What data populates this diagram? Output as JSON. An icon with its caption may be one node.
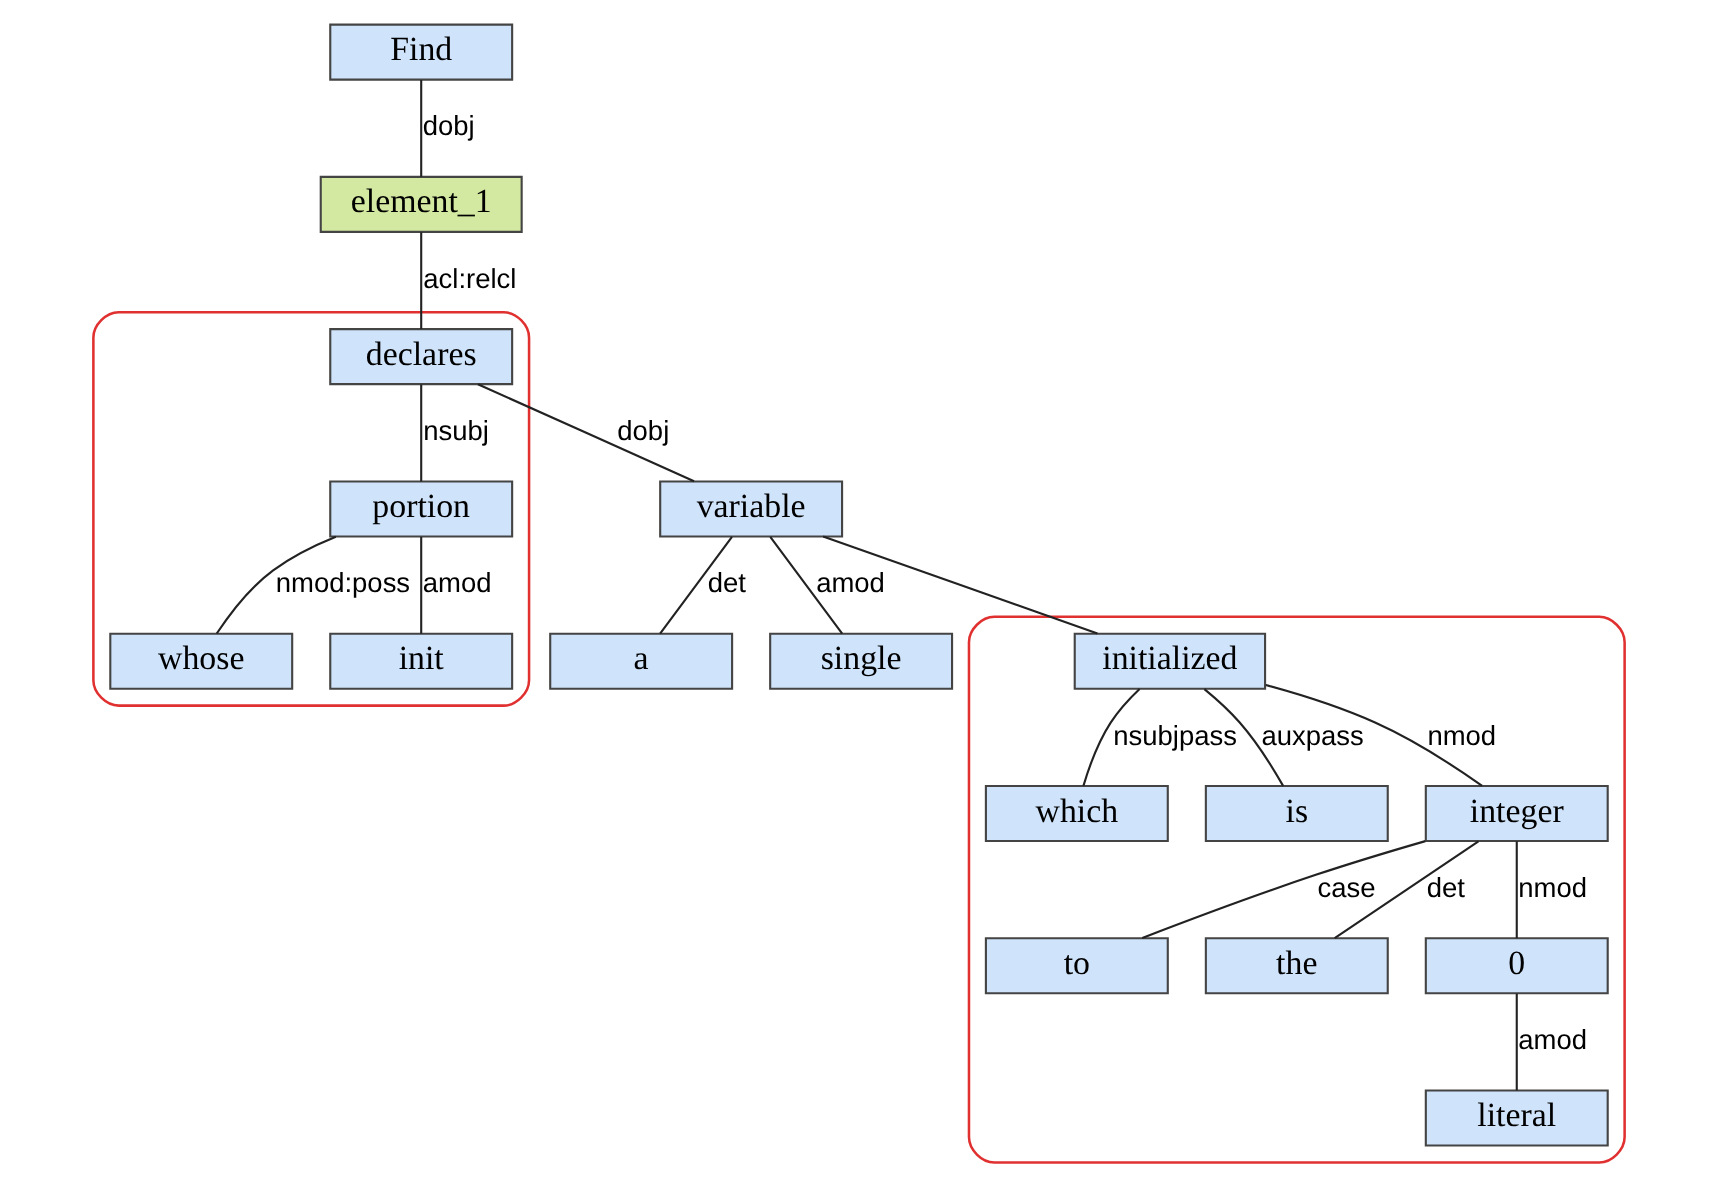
{
  "diagram": {
    "nodes": [
      {
        "text": [
          "Find"
        ]
      },
      {
        "text": [
          "element_1"
        ]
      },
      {
        "text": [],
        "shape": "loop"
      },
      {
        "text": [
          "declares"
        ],
        "in": 2
      },
      {
        "text": [
          "portion"
        ],
        "in": 2
      },
      {
        "text": [
          "variable"
        ]
      },
      {
        "text": [
          "whose"
        ],
        "in": 2
      },
      {
        "text": [
          "init"
        ],
        "in": 2
      },
      {
        "text": [
          "a"
        ]
      },
      {
        "text": [
          "single"
        ]
      },
      {
        "text": [],
        "shape": "loop"
      },
      {
        "text": [
          "initialized"
        ],
        "in": 10
      },
      {
        "text": [
          "which"
        ],
        "in": 10
      },
      {
        "text": [
          "is"
        ],
        "in": 10
      },
      {
        "text": [
          "integer"
        ],
        "in": 10
      },
      {
        "text": [
          "to"
        ],
        "in": 10
      },
      {
        "text": [
          "the"
        ],
        "in": 10
      },
      {
        "text": [
          "0"
        ],
        "in": 10
      },
      {
        "text": [
          "literal"
        ],
        "in": 10
      }
    ],
    "edges": [
      {
        "from": 0,
        "to": 1,
        "arrow": "none",
        "label": "dobj"
      },
      {
        "from": 1,
        "to": 3,
        "arrow": "none",
        "label": "acl:relcl"
      },
      {
        "from": 3,
        "to": 4,
        "arrow": "none",
        "label": "nsubj"
      },
      {
        "from": 3,
        "to": 5,
        "arrow": "none",
        "label": "dobj"
      },
      {
        "from": 4,
        "to": 6,
        "arrow": "none",
        "label": "nmod:poss"
      },
      {
        "from": 4,
        "to": 7,
        "arrow": "none",
        "label": "amod"
      },
      {
        "from": 5,
        "to": 8,
        "arrow": "none",
        "label": "det"
      },
      {
        "from": 5,
        "to": 9,
        "arrow": "none",
        "label": "amod"
      },
      {
        "from": 5,
        "to": 11,
        "arrow": "none"
      },
      {
        "from": 11,
        "to": 12,
        "arrow": "none",
        "label": "nsubjpass"
      },
      {
        "from": 11,
        "to": 13,
        "arrow": "none",
        "label": "auxpass"
      },
      {
        "from": 11,
        "to": 14,
        "arrow": "none",
        "label": "nmod"
      },
      {
        "from": 14,
        "to": 15,
        "arrow": "none",
        "label": "case"
      },
      {
        "from": 14,
        "to": 16,
        "arrow": "none",
        "label": "det"
      },
      {
        "from": 14,
        "to": 17,
        "arrow": "none",
        "label": "nmod"
      },
      {
        "from": 17,
        "to": 18,
        "arrow": "none",
        "label": "amod"
      }
    ]
  }
}
